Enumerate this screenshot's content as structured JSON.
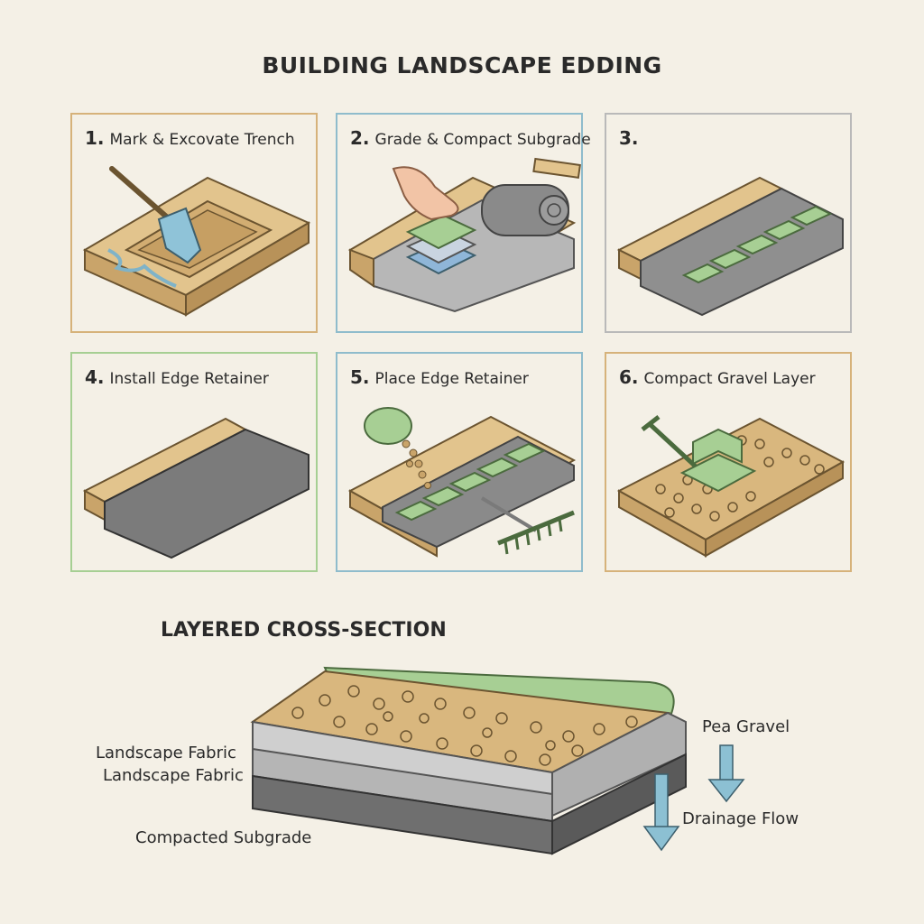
{
  "title": "BUILDING LANDSCAPE EDDING",
  "colors": {
    "background": "#f4f0e6",
    "wood": "#d9b77e",
    "gravel": "#8a8a8a",
    "block_green": "#a7cf94",
    "water_blue": "#7fb3c8"
  },
  "steps": [
    {
      "num": "1.",
      "label": "Mark & Excovate Trench",
      "border": "#d6b27a"
    },
    {
      "num": "2.",
      "label": "Grade & Compact Subgrade",
      "border": "#8fbccc"
    },
    {
      "num": "3.",
      "label": "",
      "border": "#b9b9b9"
    },
    {
      "num": "4.",
      "label": "Install Edge Retainer",
      "border": "#a6cf93"
    },
    {
      "num": "5.",
      "label": "Place Edge Retainer",
      "border": "#8fbccc"
    },
    {
      "num": "6.",
      "label": "Compact Gravel Layer",
      "border": "#d6b27a"
    }
  ],
  "cross_section": {
    "title": "LAYERED CROSS-SECTION",
    "labels": {
      "fabric_1": "Landscape Fabric",
      "fabric_2": "Landscape Fabric",
      "subgrade": "Compacted Subgrade",
      "pea_gravel": "Pea Gravel",
      "drainage": "Drainage Flow"
    }
  }
}
